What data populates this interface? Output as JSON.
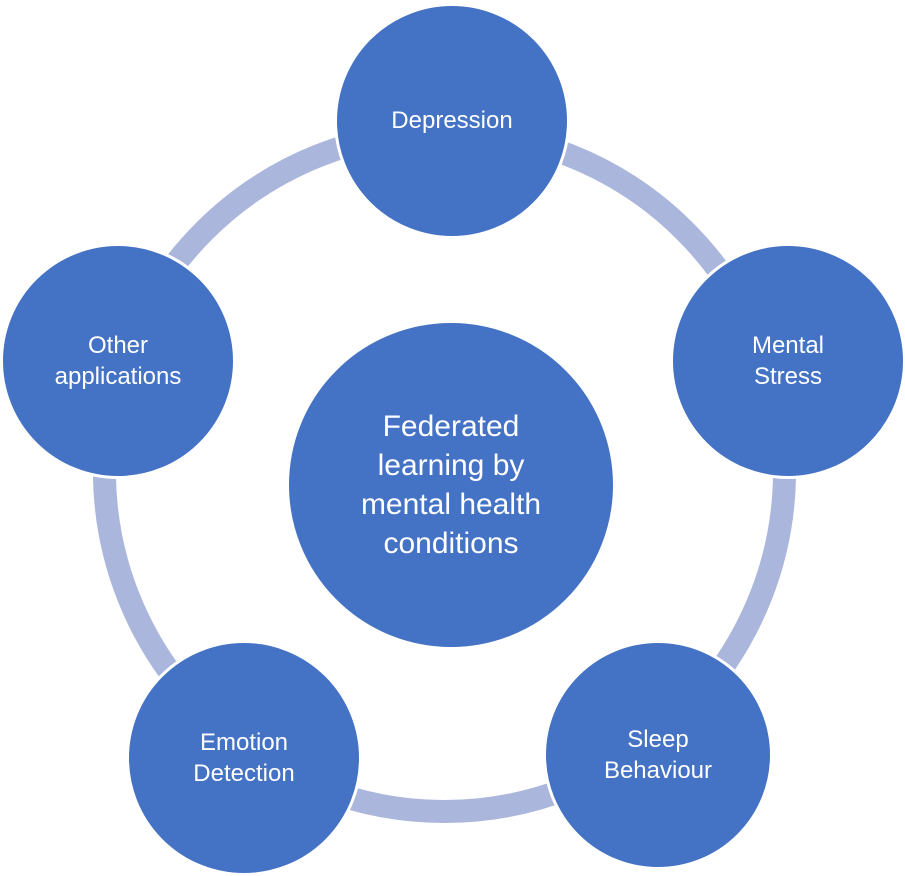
{
  "colors": {
    "node_fill": "#4472c4",
    "ring": "#aab6dc",
    "text": "#ffffff"
  },
  "center": {
    "label": "Federated\nlearning by\nmental health\nconditions"
  },
  "nodes": [
    {
      "label": "Depression"
    },
    {
      "label": "Mental\nStress"
    },
    {
      "label": "Sleep\nBehaviour"
    },
    {
      "label": "Emotion\nDetection"
    },
    {
      "label": "Other\napplications"
    }
  ]
}
